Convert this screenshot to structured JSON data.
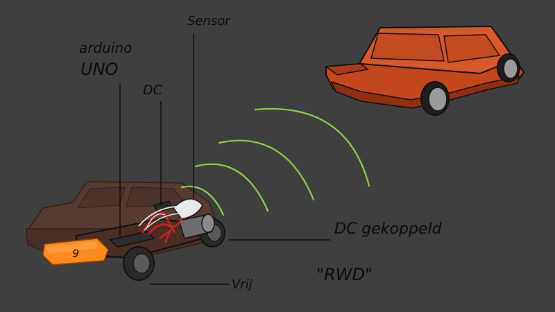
{
  "labels": {
    "sensor": "Sensor",
    "arduino_line1": "arduino",
    "arduino_line2": "UNO",
    "dc": "DC",
    "dc_gekoppeld": "DC gekoppeld",
    "rwd": "\"RWD\"",
    "vrij": "Vrij",
    "battery_mark": "9"
  },
  "colors": {
    "background": "#3f3f3f",
    "car_body": "#c4461c",
    "car_roof": "#d9582a",
    "car_dark": "#8e2f12",
    "ghost_car": "#5a3b30",
    "wheel": "#9a9a9a",
    "signal_waves": "#8fd14f",
    "battery": "#ff8a1e",
    "wire_red": "#c8202a",
    "line": "#111111"
  },
  "icons": {
    "target_car": "car-icon",
    "chassis": "robot-car-icon",
    "battery": "battery-icon",
    "sensor": "ultrasonic-sensor-icon"
  }
}
